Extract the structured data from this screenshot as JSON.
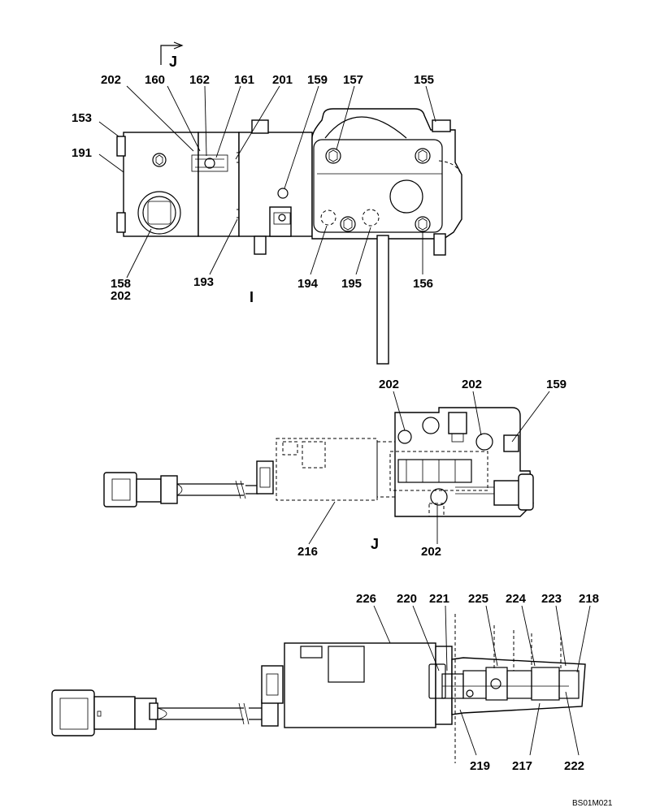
{
  "view_labels": {
    "view_j_top": "J",
    "view_i": "I",
    "view_j_side": "J"
  },
  "callouts_top": {
    "c202": "202",
    "c160": "160",
    "c162": "162",
    "c161": "161",
    "c201": "201",
    "c159": "159",
    "c157": "157",
    "c155": "155",
    "c153": "153",
    "c191": "191",
    "c158": "158",
    "c202b": "202",
    "c193": "193",
    "c194": "194",
    "c195": "195",
    "c156": "156"
  },
  "callouts_middle": {
    "c202a": "202",
    "c202b": "202",
    "c159": "159",
    "c216": "216",
    "c202c": "202"
  },
  "callouts_bottom": {
    "c226": "226",
    "c220": "220",
    "c221": "221",
    "c225": "225",
    "c224": "224",
    "c223": "223",
    "c218": "218",
    "c219": "219",
    "c217": "217",
    "c222": "222"
  },
  "drawing_code": "BS01M021"
}
